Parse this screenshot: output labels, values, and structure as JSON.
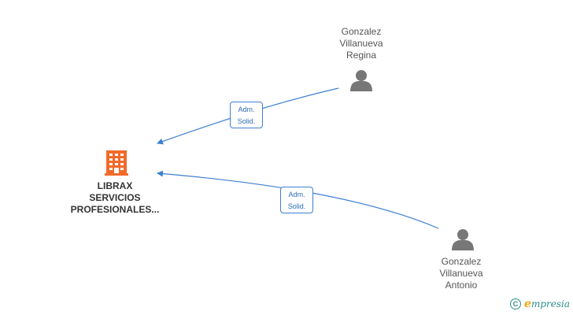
{
  "company": {
    "name_lines": [
      "LIBRAX",
      "SERVICIOS",
      "PROFESIONALES..."
    ],
    "icon": "building-icon",
    "color": "#f26a2a"
  },
  "persons": [
    {
      "id": "regina",
      "name_lines": [
        "Gonzalez",
        "Villanueva",
        "Regina"
      ],
      "icon": "person-icon"
    },
    {
      "id": "antonio",
      "name_lines": [
        "Gonzalez",
        "Villanueva",
        "Antonio"
      ],
      "icon": "person-icon"
    }
  ],
  "edges": [
    {
      "from": "regina",
      "to": "company",
      "label_lines": [
        "Adm.",
        "Solid."
      ]
    },
    {
      "from": "antonio",
      "to": "company",
      "label_lines": [
        "Adm.",
        "Solid."
      ]
    }
  ],
  "colors": {
    "edge": "#3c7fd0",
    "person": "#777777",
    "text": "#555555"
  },
  "brand": {
    "copyright_symbol": "C",
    "name_initial": "e",
    "name_rest": "mpresia"
  }
}
